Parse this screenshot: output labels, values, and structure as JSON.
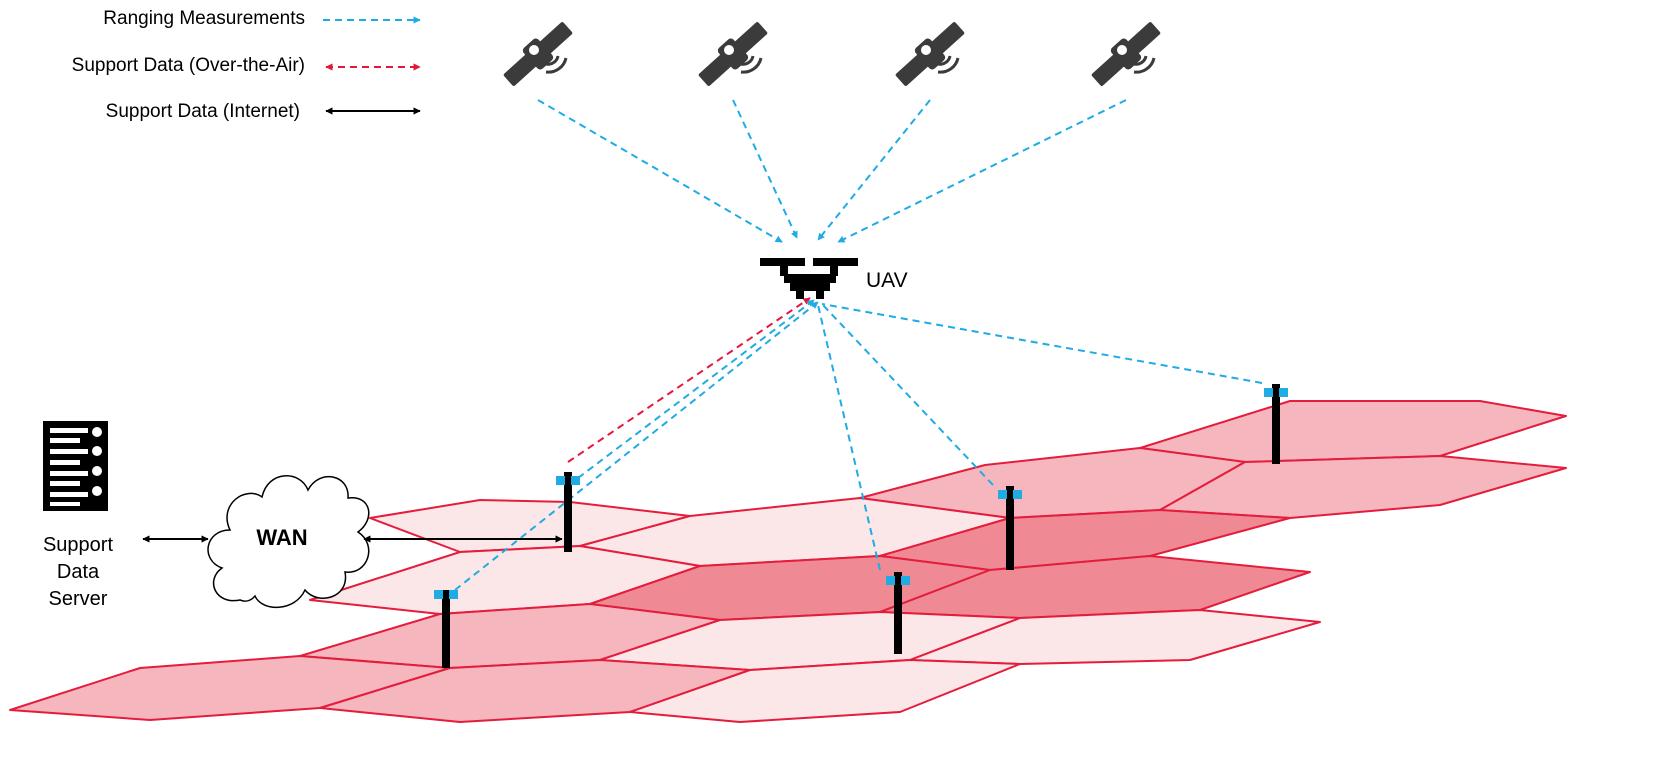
{
  "legend": {
    "ranging": "Ranging Measurements",
    "support_ota": "Support Data (Over-the-Air)",
    "support_internet": "Support Data (Internet)"
  },
  "labels": {
    "uav": "UAV",
    "wan": "WAN",
    "server_line1": "Support",
    "server_line2": "Data",
    "server_line3": "Server"
  },
  "colors": {
    "ranging": "#1fabe3",
    "support_ota": "#e4173b",
    "support_internet": "#000000",
    "cell_light": "#fbe6e8",
    "cell_mid": "#f5b6be",
    "cell_dark": "#ef8a95",
    "cell_stroke": "#e41d3d",
    "satellite": "#3b3b3b"
  }
}
